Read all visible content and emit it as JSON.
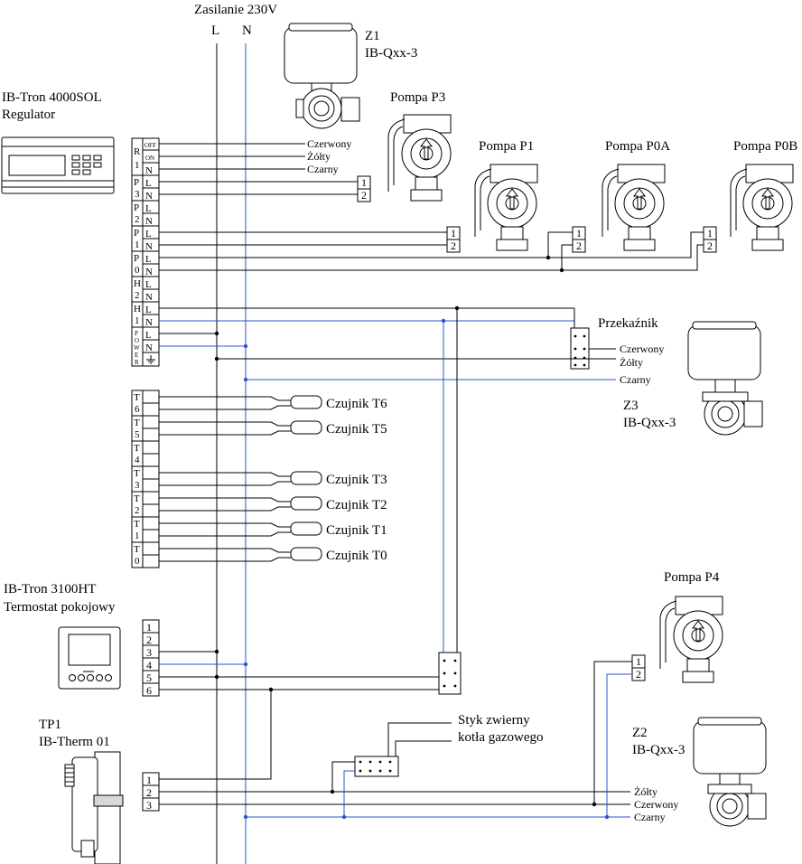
{
  "supply": {
    "title": "Zasilanie 230V",
    "L": "L",
    "N": "N"
  },
  "regulator": {
    "name": "IB-Tron 4000SOL",
    "sub": "Regulator"
  },
  "thermostat": {
    "name": "IB-Tron 3100HT",
    "sub": "Termostat pokojowy"
  },
  "tp1": {
    "name": "TP1",
    "sub": "IB-Therm 01"
  },
  "valves": {
    "z1": {
      "name": "Z1",
      "model": "IB-Qxx-3"
    },
    "z2": {
      "name": "Z2",
      "model": "IB-Qxx-3"
    },
    "z3": {
      "name": "Z3",
      "model": "IB-Qxx-3"
    }
  },
  "pumps": {
    "p3": "Pompa P3",
    "p1": "Pompa P1",
    "p0a": "Pompa P0A",
    "p0b": "Pompa P0B",
    "p4": "Pompa P4"
  },
  "relay": "Przekaźnik",
  "boiler": {
    "line1": "Styk zwierny",
    "line2": "kotła gazowego"
  },
  "wires": {
    "red": "Czerwony",
    "yellow": "Żółty",
    "black": "Czarny"
  },
  "sensors": [
    "Czujnik T6",
    "Czujnik T5",
    "Czujnik T3",
    "Czujnik T2",
    "Czujnik T1",
    "Czujnik T0"
  ],
  "terminals": {
    "r1": [
      "R",
      "1"
    ],
    "p3": [
      "P",
      "3"
    ],
    "p2": [
      "P",
      "2"
    ],
    "p1": [
      "P",
      "1"
    ],
    "p0": [
      "P",
      "0"
    ],
    "h2": [
      "H",
      "2"
    ],
    "h1": [
      "H",
      "1"
    ],
    "power": [
      "P",
      "O",
      "W",
      "E",
      "R"
    ],
    "r1_pins": [
      "OFF",
      "ON",
      "N"
    ],
    "pins_ln": [
      "L",
      "N"
    ],
    "pin_l": "L",
    "pin_n": "N",
    "t_blocks": [
      [
        "T",
        "6"
      ],
      [
        "T",
        "5"
      ],
      [
        "T",
        "4"
      ],
      [
        "T",
        "3"
      ],
      [
        "T",
        "2"
      ],
      [
        "T",
        "1"
      ],
      [
        "T",
        "0"
      ]
    ],
    "num": [
      "1",
      "2",
      "3",
      "4",
      "5",
      "6"
    ]
  },
  "colors": {
    "line": "#000000",
    "neutral_wire": "#2a56c6"
  }
}
